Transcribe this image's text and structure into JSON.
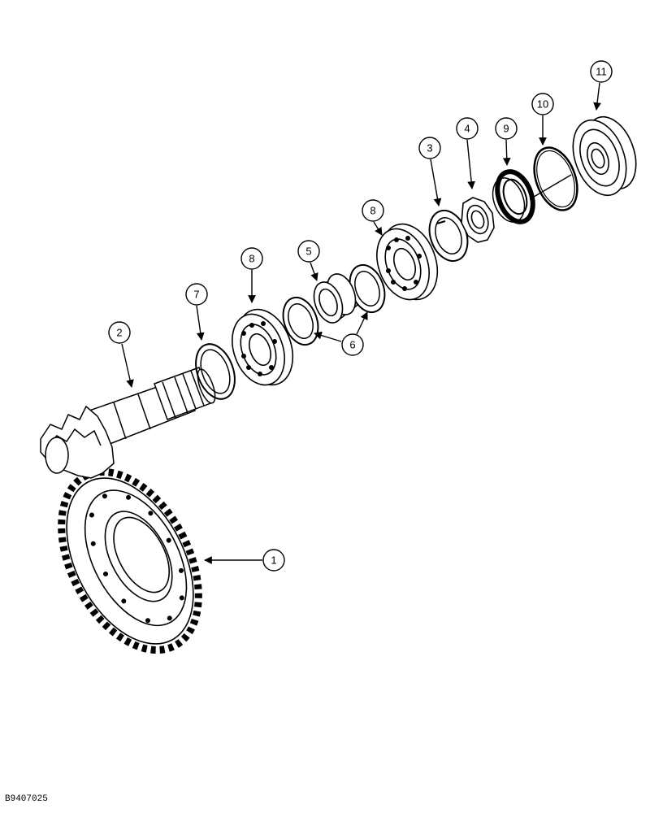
{
  "diagram": {
    "callouts": {
      "c1": "1",
      "c2": "2",
      "c3": "3",
      "c4": "4",
      "c5": "5",
      "c6": "6",
      "c7": "7",
      "c8a": "8",
      "c8b": "8",
      "c9": "9",
      "c10": "10",
      "c11": "11"
    },
    "reference_code": "B9407025"
  }
}
